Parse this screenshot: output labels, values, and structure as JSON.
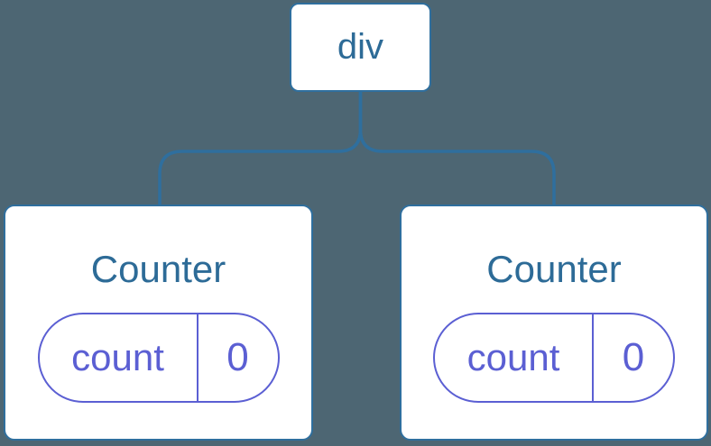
{
  "colors": {
    "background": "#4d6673",
    "node_border": "#2f6f9e",
    "node_text": "#2d6b97",
    "state_purple": "#5b5fd3",
    "card_background": "#ffffff"
  },
  "tree": {
    "root": {
      "label": "div"
    },
    "children": [
      {
        "label": "Counter",
        "state": {
          "name": "count",
          "value": "0"
        }
      },
      {
        "label": "Counter",
        "state": {
          "name": "count",
          "value": "0"
        }
      }
    ]
  }
}
